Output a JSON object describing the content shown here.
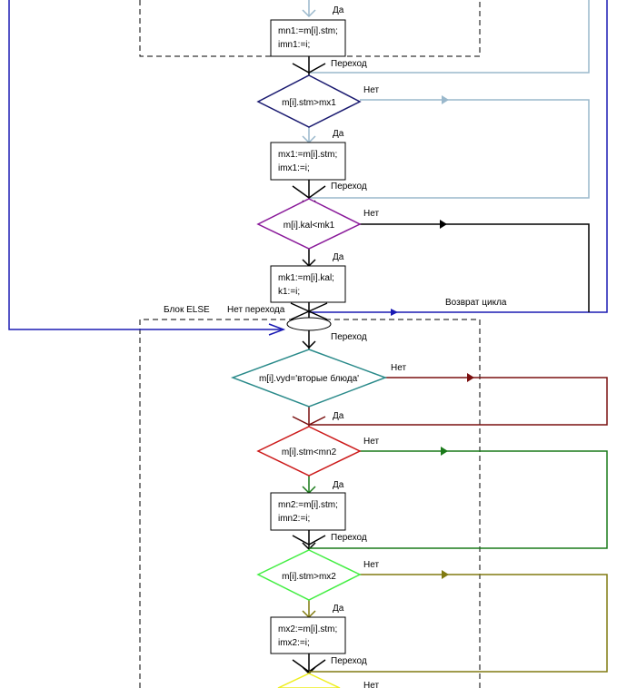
{
  "diagram": {
    "blocks": {
      "b_mn1": [
        "mn1:=m[i].stm;",
        "imn1:=i;"
      ],
      "b_mx1": [
        "mx1:=m[i].stm;",
        "imx1:=i;"
      ],
      "b_mk1": [
        "mk1:=m[i].kal;",
        "k1:=i;"
      ],
      "b_mn2": [
        "mn2:=m[i].stm;",
        "imn2:=i;"
      ],
      "b_mx2": [
        "mx2:=m[i].stm;",
        "imx2:=i;"
      ]
    },
    "conditions": {
      "d_mx1": "m[i].stm>mx1",
      "d_mk1": "m[i].kal<mk1",
      "d_vyd": "m[i].vyd='вторые блюда'",
      "d_mn2": "m[i].stm<mn2",
      "d_mx2": "m[i].stm>mx2"
    },
    "labels": {
      "yes": "Да",
      "no": "Нет",
      "transition": "Переход",
      "else_block": "Блок ELSE",
      "no_transition": "Нет перехода",
      "loop_return": "Возврат цикла"
    },
    "colors": {
      "navy": "#1a1a70",
      "blue": "#1b1bb4",
      "lightblue": "#9ab8cc",
      "purple": "#8a1a9a",
      "teal": "#2a8a8a",
      "darkred": "#7a1010",
      "red": "#cc1a1a",
      "green": "#1a7a1a",
      "lightgreen": "#44ee44",
      "olive": "#807a10",
      "yellow": "#eeee20",
      "black": "#000000"
    }
  }
}
